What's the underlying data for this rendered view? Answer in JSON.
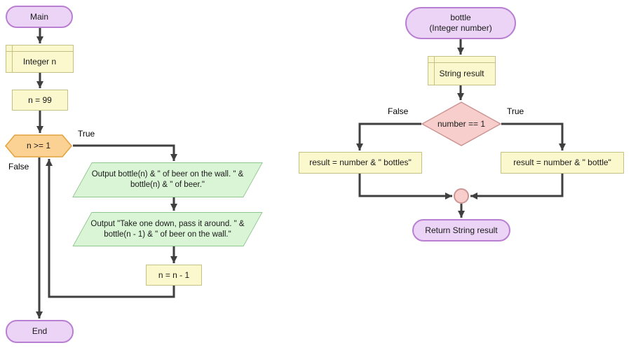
{
  "colors": {
    "terminal-fill": "#ecd4f6",
    "terminal-border": "#b97fd2",
    "declare-fill": "#fbf8cd",
    "declare-border": "#c5c083",
    "hex-fill": "#fbd293",
    "hex-border": "#e2a23f",
    "output-fill": "#daf5d6",
    "output-border": "#8fc58f",
    "diamond-fill": "#f8cecc",
    "diamond-border": "#cb9593",
    "connector": "#3f3f3f"
  },
  "main_chart": {
    "start": "Main",
    "declare": "Integer n",
    "assign_init": "n = 99",
    "loop_condition": "n >= 1",
    "true_label": "True",
    "false_label": "False",
    "output1": {
      "lines": [
        "Output bottle(n) & \" of beer on the wall. \" &",
        "bottle(n) & \" of beer.\""
      ]
    },
    "output2": {
      "lines": [
        "Output \"Take one down, pass it around. \" &",
        "bottle(n - 1) & \" of beer on the wall.\""
      ]
    },
    "assign_decrement": "n = n - 1",
    "end": "End"
  },
  "bottle_chart": {
    "start": {
      "lines": [
        "bottle",
        "(Integer number)"
      ]
    },
    "declare": "String result",
    "condition": "number == 1",
    "false_label": "False",
    "true_label": "True",
    "false_branch": "result = number & \" bottles\"",
    "true_branch": "result = number & \" bottle\"",
    "return": "Return String result"
  }
}
